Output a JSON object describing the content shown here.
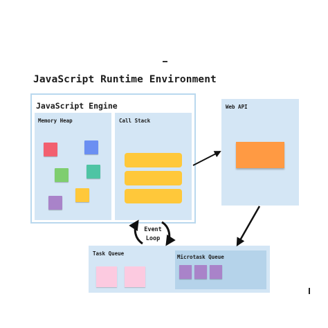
{
  "diagram": {
    "title": "JavaScript Runtime Environment",
    "engine": {
      "label": "JavaScript Engine"
    },
    "memory_heap": {
      "label": "Memory Heap",
      "notes": [
        {
          "color": "#f2606f"
        },
        {
          "color": "#6b8ff2"
        },
        {
          "color": "#7fce6f"
        },
        {
          "color": "#4fc4a4"
        },
        {
          "color": "#ffc83a"
        },
        {
          "color": "#a983c9"
        }
      ]
    },
    "call_stack": {
      "label": "Call Stack",
      "frame_count": 3,
      "frame_color": "#ffc83a"
    },
    "web_api": {
      "label": "Web API",
      "box_color": "#ff9a43"
    },
    "event_loop": {
      "label_line1": "Event",
      "label_line2": "Loop"
    },
    "task_queue": {
      "label": "Task Queue",
      "item_count": 2,
      "item_color": "#fccae0"
    },
    "microtask_queue": {
      "label": "Microtask Queue",
      "item_count": 3,
      "item_color": "#a983c9"
    }
  }
}
